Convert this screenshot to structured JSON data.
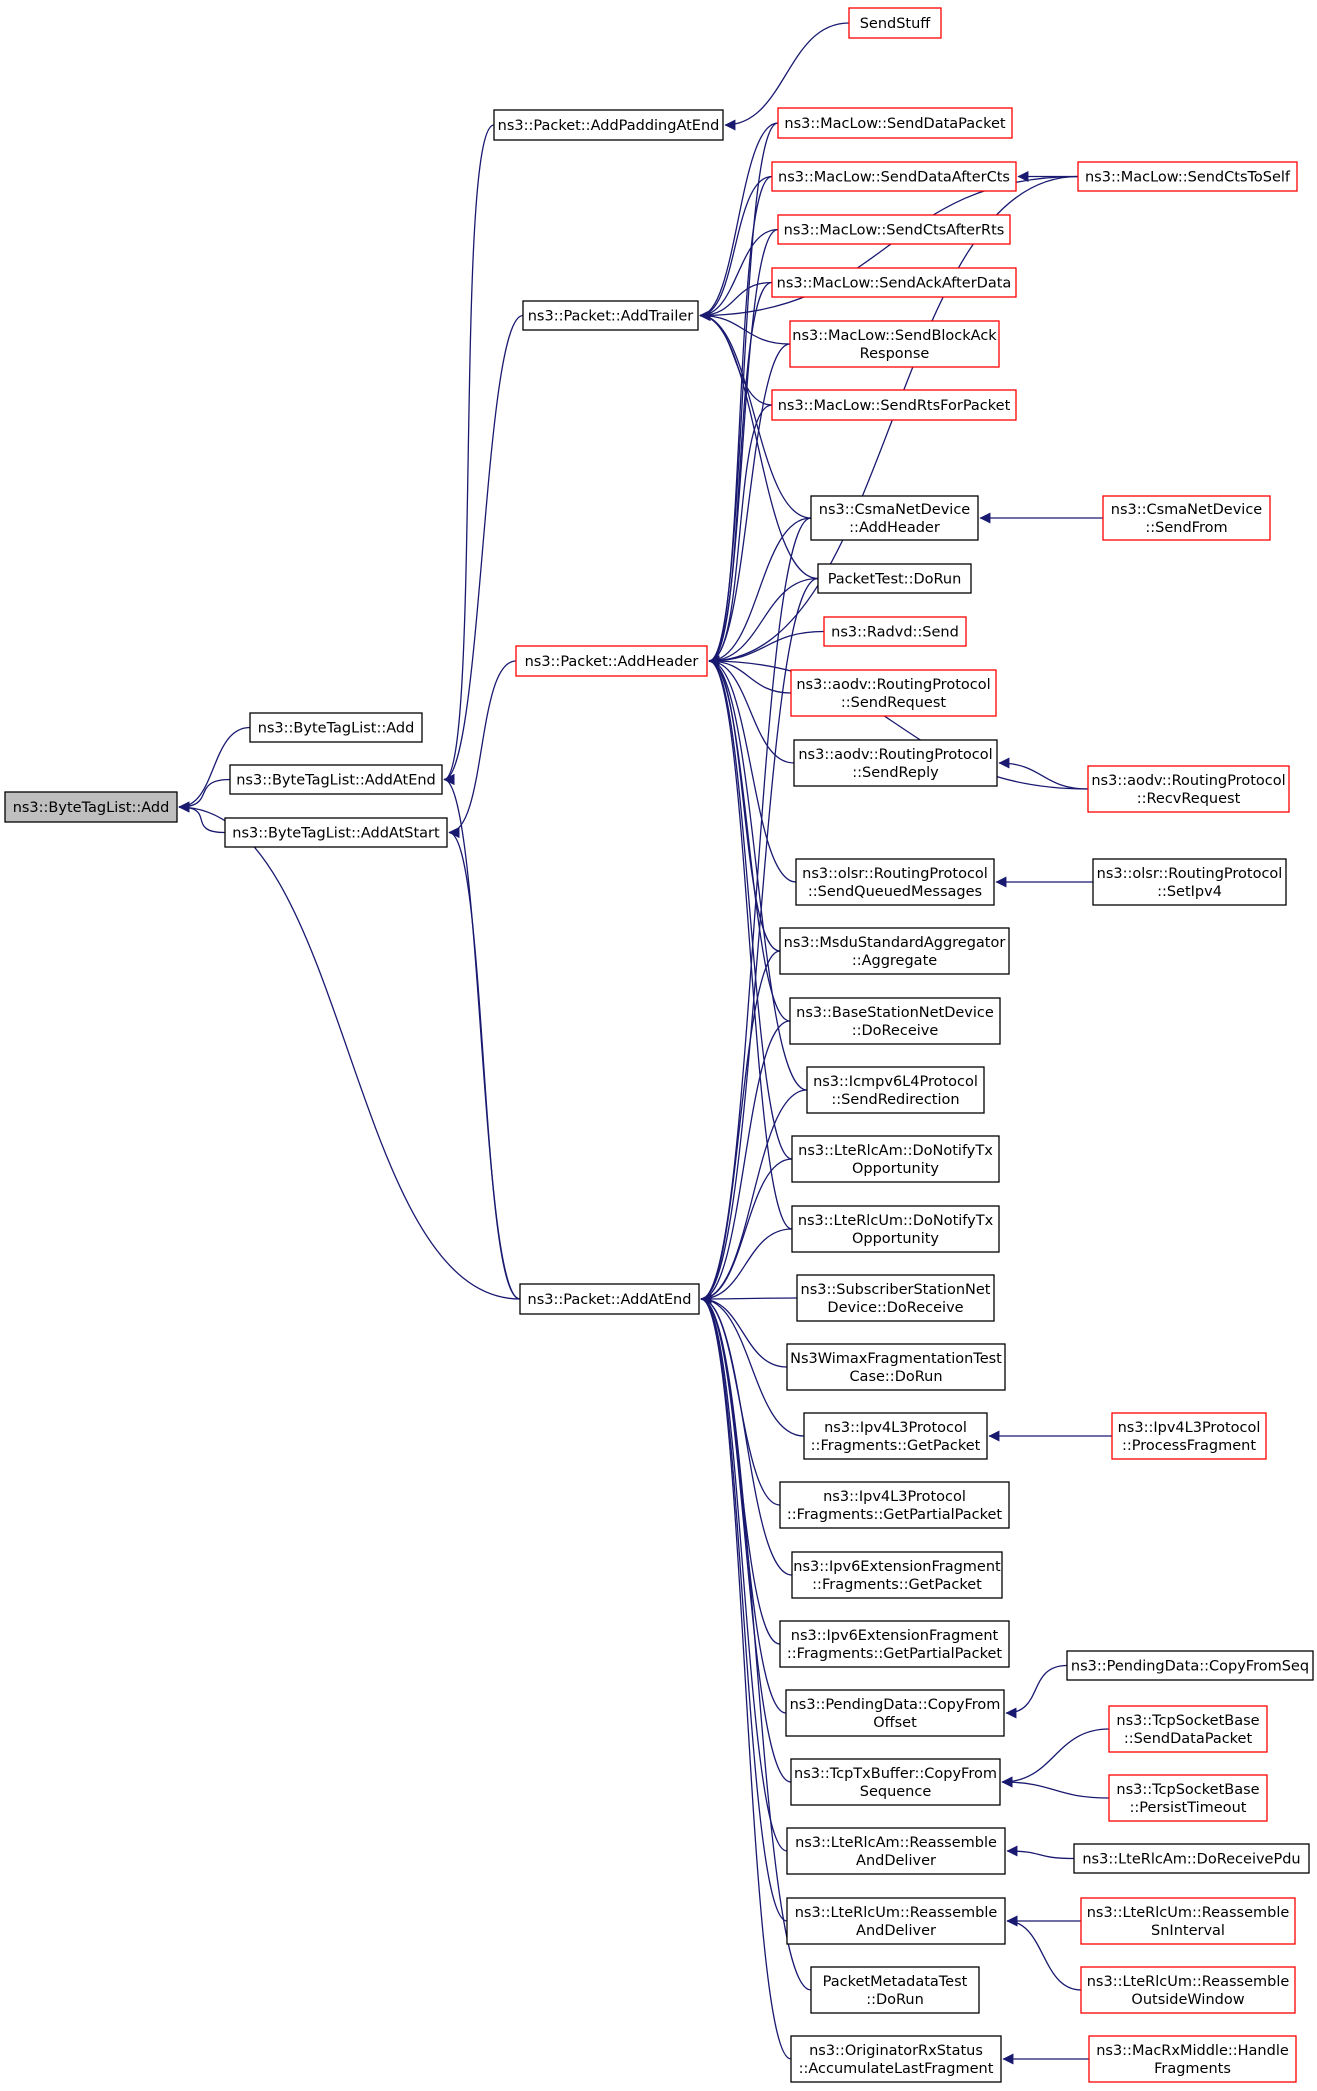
{
  "colors": {
    "edge": "#191970",
    "border_black": "#000000",
    "border_red": "#ff0000",
    "root_fill": "#bfbfbf",
    "background": "#ffffff"
  },
  "nodes": {
    "root": {
      "lines": [
        "ns3::ByteTagList::Add"
      ],
      "border": "black",
      "root": true
    },
    "btl_add": {
      "lines": [
        "ns3::ByteTagList::Add"
      ],
      "border": "black"
    },
    "btl_addatend": {
      "lines": [
        "ns3::ByteTagList::AddAtEnd"
      ],
      "border": "black"
    },
    "btl_addatstart": {
      "lines": [
        "ns3::ByteTagList::AddAtStart"
      ],
      "border": "black"
    },
    "pkt_addpadding": {
      "lines": [
        "ns3::Packet::AddPaddingAtEnd"
      ],
      "border": "black"
    },
    "pkt_addtrailer": {
      "lines": [
        "ns3::Packet::AddTrailer"
      ],
      "border": "black"
    },
    "pkt_addheader": {
      "lines": [
        "ns3::Packet::AddHeader"
      ],
      "border": "red"
    },
    "pkt_addatend": {
      "lines": [
        "ns3::Packet::AddAtEnd"
      ],
      "border": "black"
    },
    "sendstuff": {
      "lines": [
        "SendStuff"
      ],
      "border": "red"
    },
    "ml_senddata": {
      "lines": [
        "ns3::MacLow::SendDataPacket"
      ],
      "border": "red"
    },
    "ml_senddataaftercts": {
      "lines": [
        "ns3::MacLow::SendDataAfterCts"
      ],
      "border": "red"
    },
    "ml_sendctstoself": {
      "lines": [
        "ns3::MacLow::SendCtsToSelf"
      ],
      "border": "red"
    },
    "ml_sendctsafterrts": {
      "lines": [
        "ns3::MacLow::SendCtsAfterRts"
      ],
      "border": "red"
    },
    "ml_sendackafterdata": {
      "lines": [
        "ns3::MacLow::SendAckAfterData"
      ],
      "border": "red"
    },
    "ml_sendblockack": {
      "lines": [
        "ns3::MacLow::SendBlockAck",
        "Response"
      ],
      "border": "red"
    },
    "ml_sendrts": {
      "lines": [
        "ns3::MacLow::SendRtsForPacket"
      ],
      "border": "red"
    },
    "csma_addheader": {
      "lines": [
        "ns3::CsmaNetDevice",
        "::AddHeader"
      ],
      "border": "black"
    },
    "csma_sendfrom": {
      "lines": [
        "ns3::CsmaNetDevice",
        "::SendFrom"
      ],
      "border": "red"
    },
    "packettest": {
      "lines": [
        "PacketTest::DoRun"
      ],
      "border": "black"
    },
    "radvd_send": {
      "lines": [
        "ns3::Radvd::Send"
      ],
      "border": "red"
    },
    "aodv_sendrequest": {
      "lines": [
        "ns3::aodv::RoutingProtocol",
        "::SendRequest"
      ],
      "border": "red"
    },
    "aodv_sendreply": {
      "lines": [
        "ns3::aodv::RoutingProtocol",
        "::SendReply"
      ],
      "border": "black"
    },
    "aodv_recvrequest": {
      "lines": [
        "ns3::aodv::RoutingProtocol",
        "::RecvRequest"
      ],
      "border": "red"
    },
    "olsr_sendqueued": {
      "lines": [
        "ns3::olsr::RoutingProtocol",
        "::SendQueuedMessages"
      ],
      "border": "black"
    },
    "olsr_setipv4": {
      "lines": [
        "ns3::olsr::RoutingProtocol",
        "::SetIpv4"
      ],
      "border": "black"
    },
    "msdu_aggregate": {
      "lines": [
        "ns3::MsduStandardAggregator",
        "::Aggregate"
      ],
      "border": "black"
    },
    "bs_doreceive": {
      "lines": [
        "ns3::BaseStationNetDevice",
        "::DoReceive"
      ],
      "border": "black"
    },
    "icmp_sendredir": {
      "lines": [
        "ns3::Icmpv6L4Protocol",
        "::SendRedirection"
      ],
      "border": "black"
    },
    "am_donotify": {
      "lines": [
        "ns3::LteRlcAm::DoNotifyTx",
        "Opportunity"
      ],
      "border": "black"
    },
    "um_donotify": {
      "lines": [
        "ns3::LteRlcUm::DoNotifyTx",
        "Opportunity"
      ],
      "border": "black"
    },
    "ss_doreceive": {
      "lines": [
        "ns3::SubscriberStationNet",
        "Device::DoReceive"
      ],
      "border": "black"
    },
    "wimax_frag": {
      "lines": [
        "Ns3WimaxFragmentationTest",
        "Case::DoRun"
      ],
      "border": "black"
    },
    "ipv4_getpacket": {
      "lines": [
        "ns3::Ipv4L3Protocol",
        "::Fragments::GetPacket"
      ],
      "border": "black"
    },
    "ipv4_procfrag": {
      "lines": [
        "ns3::Ipv4L3Protocol",
        "::ProcessFragment"
      ],
      "border": "red"
    },
    "ipv4_getpartial": {
      "lines": [
        "ns3::Ipv4L3Protocol",
        "::Fragments::GetPartialPacket"
      ],
      "border": "black"
    },
    "ipv6_getpacket": {
      "lines": [
        "ns3::Ipv6ExtensionFragment",
        "::Fragments::GetPacket"
      ],
      "border": "black"
    },
    "ipv6_getpartial": {
      "lines": [
        "ns3::Ipv6ExtensionFragment",
        "::Fragments::GetPartialPacket"
      ],
      "border": "black"
    },
    "pd_copyfromoffset": {
      "lines": [
        "ns3::PendingData::CopyFrom",
        "Offset"
      ],
      "border": "black"
    },
    "pd_copyfromseq": {
      "lines": [
        "ns3::PendingData::CopyFromSeq"
      ],
      "border": "black"
    },
    "tcp_copyfromseq": {
      "lines": [
        "ns3::TcpTxBuffer::CopyFrom",
        "Sequence"
      ],
      "border": "black"
    },
    "tcp_senddata": {
      "lines": [
        "ns3::TcpSocketBase",
        "::SendDataPacket"
      ],
      "border": "red"
    },
    "tcp_persist": {
      "lines": [
        "ns3::TcpSocketBase",
        "::PersistTimeout"
      ],
      "border": "red"
    },
    "am_reassemble": {
      "lines": [
        "ns3::LteRlcAm::Reassemble",
        "AndDeliver"
      ],
      "border": "black"
    },
    "am_doreceivepdu": {
      "lines": [
        "ns3::LteRlcAm::DoReceivePdu"
      ],
      "border": "black"
    },
    "um_reassemble": {
      "lines": [
        "ns3::LteRlcUm::Reassemble",
        "AndDeliver"
      ],
      "border": "black"
    },
    "um_reassemblesn": {
      "lines": [
        "ns3::LteRlcUm::Reassemble",
        "SnInterval"
      ],
      "border": "red"
    },
    "um_reassembleout": {
      "lines": [
        "ns3::LteRlcUm::Reassemble",
        "OutsideWindow"
      ],
      "border": "red"
    },
    "pktmeta": {
      "lines": [
        "PacketMetadataTest",
        "::DoRun"
      ],
      "border": "black"
    },
    "orig_accum": {
      "lines": [
        "ns3::OriginatorRxStatus",
        "::AccumulateLastFragment"
      ],
      "border": "black"
    },
    "mac_handlefrag": {
      "lines": [
        "ns3::MacRxMiddle::Handle",
        "Fragments"
      ],
      "border": "red"
    }
  },
  "edges": [
    [
      "btl_add",
      "root"
    ],
    [
      "btl_addatend",
      "root"
    ],
    [
      "btl_addatstart",
      "root"
    ],
    [
      "pkt_addatend",
      "root"
    ],
    [
      "pkt_addpadding",
      "btl_addatend"
    ],
    [
      "pkt_addtrailer",
      "btl_addatend"
    ],
    [
      "pkt_addatend",
      "btl_addatend"
    ],
    [
      "pkt_addheader",
      "btl_addatstart"
    ],
    [
      "pkt_addatend",
      "btl_addatstart"
    ],
    [
      "sendstuff",
      "pkt_addpadding"
    ],
    [
      "ml_senddata",
      "pkt_addtrailer"
    ],
    [
      "ml_senddataaftercts",
      "pkt_addtrailer"
    ],
    [
      "ml_sendctstoself",
      "pkt_addtrailer"
    ],
    [
      "ml_sendctsafterrts",
      "pkt_addtrailer"
    ],
    [
      "ml_sendackafterdata",
      "pkt_addtrailer"
    ],
    [
      "ml_sendblockack",
      "pkt_addtrailer"
    ],
    [
      "ml_sendrts",
      "pkt_addtrailer"
    ],
    [
      "csma_addheader",
      "pkt_addtrailer"
    ],
    [
      "packettest",
      "pkt_addtrailer"
    ],
    [
      "ml_senddata",
      "pkt_addheader"
    ],
    [
      "ml_senddataaftercts",
      "pkt_addheader"
    ],
    [
      "ml_sendctstoself",
      "pkt_addheader"
    ],
    [
      "ml_sendctsafterrts",
      "pkt_addheader"
    ],
    [
      "ml_sendackafterdata",
      "pkt_addheader"
    ],
    [
      "ml_sendblockack",
      "pkt_addheader"
    ],
    [
      "ml_sendrts",
      "pkt_addheader"
    ],
    [
      "csma_addheader",
      "pkt_addheader"
    ],
    [
      "packettest",
      "pkt_addheader"
    ],
    [
      "radvd_send",
      "pkt_addheader"
    ],
    [
      "aodv_sendrequest",
      "pkt_addheader"
    ],
    [
      "aodv_sendreply",
      "pkt_addheader"
    ],
    [
      "aodv_recvrequest",
      "pkt_addheader"
    ],
    [
      "olsr_sendqueued",
      "pkt_addheader"
    ],
    [
      "msdu_aggregate",
      "pkt_addheader"
    ],
    [
      "bs_doreceive",
      "pkt_addheader"
    ],
    [
      "icmp_sendredir",
      "pkt_addheader"
    ],
    [
      "am_donotify",
      "pkt_addheader"
    ],
    [
      "um_donotify",
      "pkt_addheader"
    ],
    [
      "ml_sendctstoself",
      "ml_senddataaftercts"
    ],
    [
      "csma_sendfrom",
      "csma_addheader"
    ],
    [
      "aodv_recvrequest",
      "aodv_sendreply"
    ],
    [
      "olsr_setipv4",
      "olsr_sendqueued"
    ],
    [
      "csma_addheader",
      "pkt_addatend"
    ],
    [
      "packettest",
      "pkt_addatend"
    ],
    [
      "msdu_aggregate",
      "pkt_addatend"
    ],
    [
      "bs_doreceive",
      "pkt_addatend"
    ],
    [
      "icmp_sendredir",
      "pkt_addatend"
    ],
    [
      "am_donotify",
      "pkt_addatend"
    ],
    [
      "um_donotify",
      "pkt_addatend"
    ],
    [
      "ss_doreceive",
      "pkt_addatend"
    ],
    [
      "wimax_frag",
      "pkt_addatend"
    ],
    [
      "ipv4_getpacket",
      "pkt_addatend"
    ],
    [
      "ipv4_getpartial",
      "pkt_addatend"
    ],
    [
      "ipv6_getpacket",
      "pkt_addatend"
    ],
    [
      "ipv6_getpartial",
      "pkt_addatend"
    ],
    [
      "pd_copyfromoffset",
      "pkt_addatend"
    ],
    [
      "tcp_copyfromseq",
      "pkt_addatend"
    ],
    [
      "am_reassemble",
      "pkt_addatend"
    ],
    [
      "um_reassemble",
      "pkt_addatend"
    ],
    [
      "pktmeta",
      "pkt_addatend"
    ],
    [
      "orig_accum",
      "pkt_addatend"
    ],
    [
      "ipv4_procfrag",
      "ipv4_getpacket"
    ],
    [
      "pd_copyfromseq",
      "pd_copyfromoffset"
    ],
    [
      "tcp_senddata",
      "tcp_copyfromseq"
    ],
    [
      "tcp_persist",
      "tcp_copyfromseq"
    ],
    [
      "am_doreceivepdu",
      "am_reassemble"
    ],
    [
      "um_reassemblesn",
      "um_reassemble"
    ],
    [
      "um_reassembleout",
      "um_reassemble"
    ],
    [
      "mac_handlefrag",
      "orig_accum"
    ]
  ]
}
